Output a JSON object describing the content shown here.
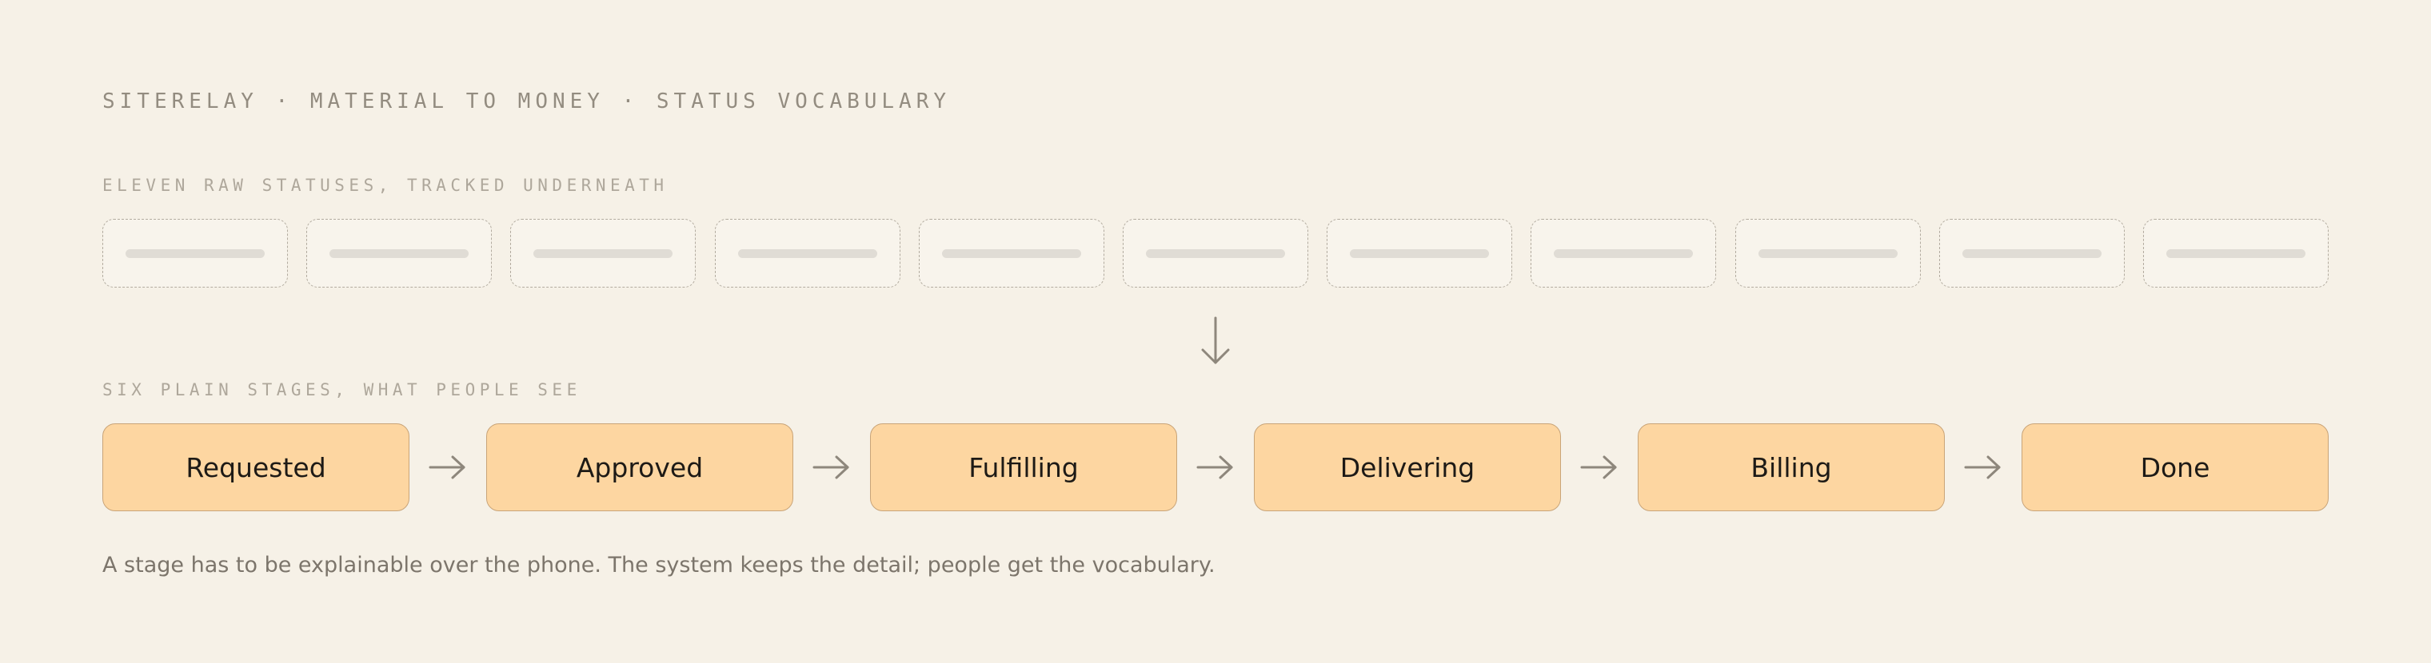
{
  "header": {
    "title": "SITERELAY · MATERIAL TO MONEY · STATUS VOCABULARY"
  },
  "raw_section": {
    "label": "ELEVEN RAW STATUSES, TRACKED UNDERNEATH",
    "count": 11
  },
  "stages_section": {
    "label": "SIX PLAIN STAGES, WHAT PEOPLE SEE",
    "stages": [
      "Requested",
      "Approved",
      "Fulfilling",
      "Delivering",
      "Billing",
      "Done"
    ]
  },
  "footnote": "A stage has to be explainable over the phone. The system keeps the detail; people get the vocabulary.",
  "colors": {
    "background": "#f6f1e7",
    "stage_fill": "#fdd6a1",
    "stage_border": "#c9a478",
    "placeholder_bar": "#e0dcd5",
    "arrow": "#8e877c"
  },
  "icons": {
    "flow_down": "arrow-down-icon",
    "flow_right": "arrow-right-icon"
  }
}
